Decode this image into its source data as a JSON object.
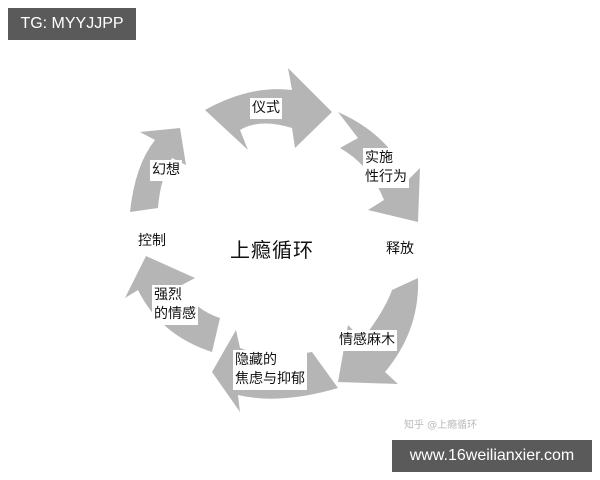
{
  "watermark_tag": "TG: MYYJJPP",
  "site_tag": "www.16weilianxier.com",
  "source_watermark": "知乎 @上瘾循环",
  "diagram": {
    "title": "上瘾循环",
    "arrow_color": "#b5b5b5",
    "stages": [
      {
        "label": "仪式"
      },
      {
        "label": "实施\n性行为"
      },
      {
        "label": "释放"
      },
      {
        "label": "情感麻木"
      },
      {
        "label": "隐藏的\n焦虑与抑郁"
      },
      {
        "label": "强烈\n的情感"
      },
      {
        "label": "控制"
      },
      {
        "label": "幻想"
      }
    ]
  }
}
